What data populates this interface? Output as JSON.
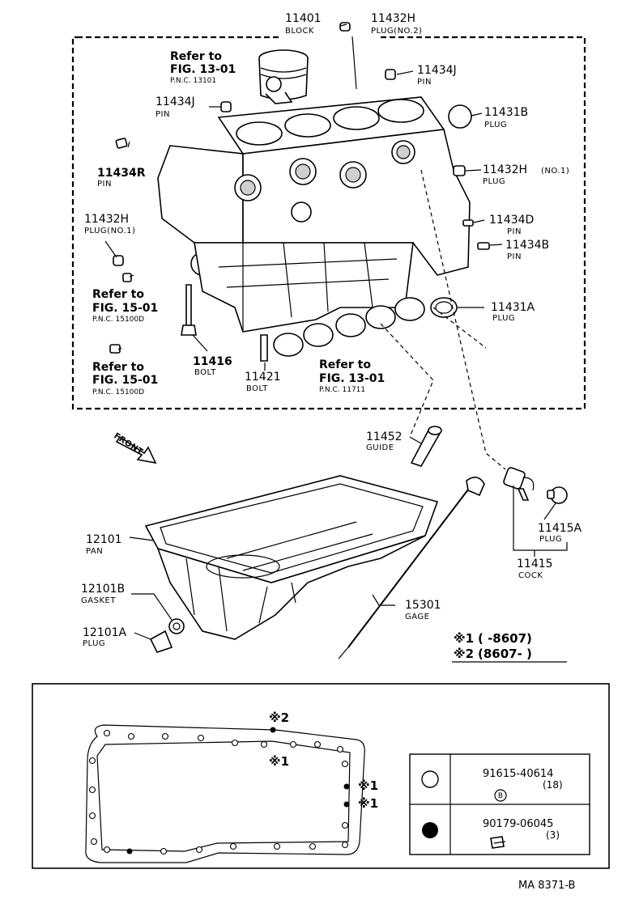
{
  "parts": [
    {
      "id": "p11401",
      "number": "11401",
      "name": "BLOCK"
    },
    {
      "id": "p11432H_top",
      "number": "11432H",
      "name": "PLUG(NO.2)"
    },
    {
      "id": "p11434J_right",
      "number": "11434J",
      "name": "PIN"
    },
    {
      "id": "p11434J_left",
      "number": "11434J",
      "name": "PIN"
    },
    {
      "id": "p11431B",
      "number": "11431B",
      "name": "PLUG"
    },
    {
      "id": "p11434R",
      "number": "11434R",
      "name": "PIN"
    },
    {
      "id": "p11432H_right",
      "number": "11432H",
      "qualifier": "(NO.1)",
      "name": "PLUG"
    },
    {
      "id": "p11432H_left",
      "number": "11432H",
      "name": "PLUG(NO.1)"
    },
    {
      "id": "p11434D",
      "number": "11434D",
      "name": "PIN"
    },
    {
      "id": "p11434B",
      "number": "11434B",
      "name": "PIN"
    },
    {
      "id": "p11431A",
      "number": "11431A",
      "name": "PLUG"
    },
    {
      "id": "p11416",
      "number": "11416",
      "name": "BOLT"
    },
    {
      "id": "p11421",
      "number": "11421",
      "name": "BOLT"
    },
    {
      "id": "p11452",
      "number": "11452",
      "name": "GUIDE"
    },
    {
      "id": "p12101",
      "number": "12101",
      "name": "PAN"
    },
    {
      "id": "p11415A",
      "number": "11415A",
      "name": "PLUG"
    },
    {
      "id": "p11415",
      "number": "11415",
      "name": "COCK"
    },
    {
      "id": "p12101B",
      "number": "12101B",
      "name": "GASKET"
    },
    {
      "id": "p15301",
      "number": "15301",
      "name": "GAGE"
    },
    {
      "id": "p12101A",
      "number": "12101A",
      "name": "PLUG"
    }
  ],
  "refs": [
    {
      "id": "ref1",
      "line1": "Refer to",
      "line2": "FIG. 13-01",
      "line3": "P.N.C. 13101"
    },
    {
      "id": "ref2",
      "line1": "Refer to",
      "line2": "FIG. 15-01",
      "line3": "P.N.C. 15100D"
    },
    {
      "id": "ref3",
      "line1": "Refer to",
      "line2": "FIG. 15-01",
      "line3": "P.N.C. 15100D"
    },
    {
      "id": "ref4",
      "line1": "Refer to",
      "line2": "FIG. 13-01",
      "line3": "P.N.C. 11711"
    }
  ],
  "front_label": "FRONT",
  "date_notes": [
    {
      "mark": "※1",
      "text": "(      -8607)"
    },
    {
      "mark": "※2",
      "text": "(8607-        )"
    }
  ],
  "gasket_marks": {
    "m2": "※2",
    "m1a": "※1",
    "m1b": "※1",
    "m1c": "※1"
  },
  "legend": [
    {
      "part_no": "91615-40614",
      "qty": "(18)",
      "badge": "B",
      "symbol": "open-circle"
    },
    {
      "part_no": "90179-06045",
      "qty": "(3)",
      "symbol": "filled-circle"
    }
  ],
  "figure_code": "MA  8371-B"
}
